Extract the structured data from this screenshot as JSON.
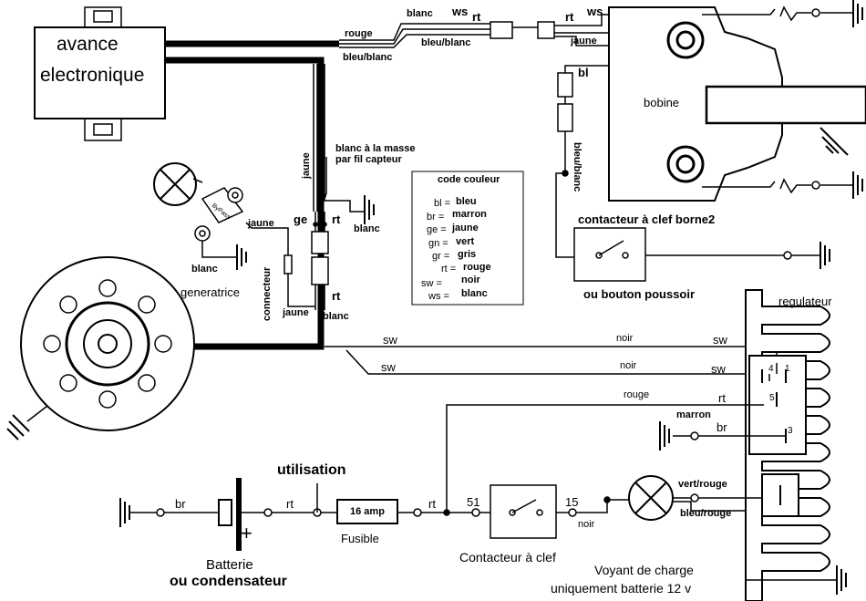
{
  "modules": {
    "avance_line1": "avance",
    "avance_line2": "electronique",
    "bobine": "bobine",
    "generatrice": "generatrice",
    "regulateur": "regulateur",
    "connecteur": "connecteur",
    "fusible_rating": "16 amp",
    "fusible": "Fusible",
    "batterie_line1": "Batterie",
    "batterie_line2": "ou condensateur",
    "utilisation": "utilisation",
    "contacteur_clef": "Contacteur à clef",
    "contacteur_borne2": "contacteur à clef borne2",
    "bouton_poussoir": "ou bouton poussoir",
    "voyant_line1": "Voyant de charge",
    "voyant_line2": "uniquement batterie 12 v",
    "masse_note_line1": "blanc à la masse",
    "masse_note_line2": "par fil capteur",
    "terminal_51": "51",
    "terminal_15": "15",
    "plus_sign": "+",
    "bypass_label": "ByPass"
  },
  "wires": {
    "blanc_top": "blanc",
    "ws_top": "ws",
    "rt_top": "rt",
    "rouge_top": "rouge",
    "bleu_blanc_mid": "bleu/blanc",
    "bleu_blanc_left": "bleu/blanc",
    "rt_coil": "rt",
    "ws_coil": "ws",
    "jaune_coil": "jaune",
    "bl_coil": "bl",
    "bleu_blanc_vertical": "bleu/blanc",
    "jaune_vertical": "jaune",
    "ge": "ge",
    "rt_mid": "rt",
    "blanc_ground": "blanc",
    "jaune_gen": "jaune",
    "blanc_gen": "blanc",
    "rt_lower": "rt",
    "jaune_lower": "jaune",
    "blanc_lower": "blanc",
    "sw_1": "sw",
    "noir_1": "noir",
    "sw_1_right": "sw",
    "sw_2": "sw",
    "noir_2": "noir",
    "sw_2_right": "sw",
    "rouge_reg": "rouge",
    "rt_reg": "rt",
    "marron_reg": "marron",
    "br_reg": "br",
    "br_batt": "br",
    "rt_batt": "rt",
    "rt_fuse": "rt",
    "noir_15": "noir",
    "vert_rouge": "vert/rouge",
    "bleu_rouge": "bleu/rouge"
  },
  "regulator_pins": [
    "4",
    "1",
    "5",
    "3"
  ],
  "code_couleur": {
    "title": "code couleur",
    "rows": [
      {
        "code": "bl =",
        "name": "bleu"
      },
      {
        "code": "br =",
        "name": "marron"
      },
      {
        "code": "ge =",
        "name": "jaune"
      },
      {
        "code": "gn =",
        "name": "vert"
      },
      {
        "code": "gr =",
        "name": "gris"
      },
      {
        "code": "rt =",
        "name": "rouge"
      },
      {
        "code": "sw =",
        "name": "noir"
      },
      {
        "code": "ws =",
        "name": "blanc"
      }
    ]
  }
}
